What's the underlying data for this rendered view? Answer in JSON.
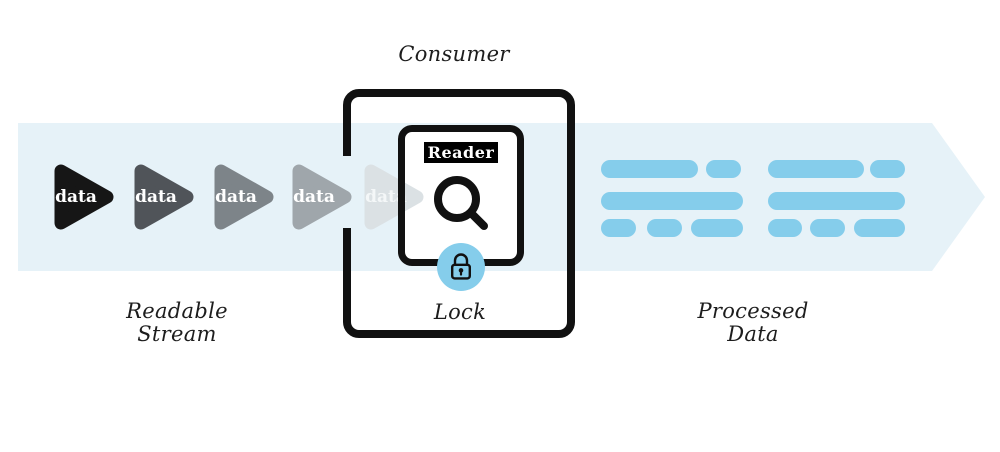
{
  "colors": {
    "canvas": "#ffffff",
    "band": "#e6f2f8",
    "accent": "#85cdeb",
    "ink": "#111111",
    "label-ink": "#1d1d1d",
    "chunk-text": "#ffffff",
    "chunk-1": "#161616",
    "chunk-2": "#505459",
    "chunk-3": "#7d8489",
    "chunk-4": "#9fa6ab",
    "chunk-5": "#dbe1e4"
  },
  "stream": {
    "label_line1": "Readable",
    "label_line2": "Stream",
    "chunks": [
      "data",
      "data",
      "data",
      "data",
      "data"
    ]
  },
  "consumer": {
    "label": "Consumer",
    "reader_label": "Reader",
    "lock_label": "Lock"
  },
  "processed": {
    "label_line1": "Processed",
    "label_line2": "Data"
  }
}
